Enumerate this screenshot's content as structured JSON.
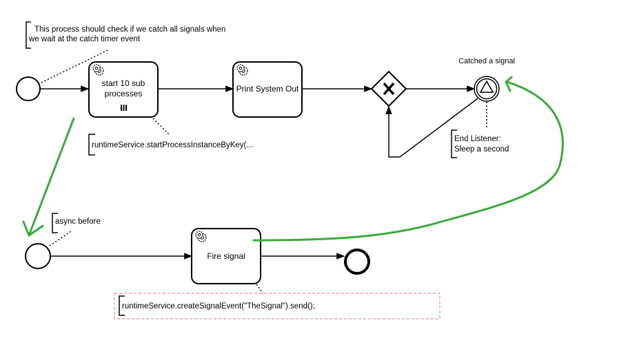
{
  "annotations": {
    "top_line1": "This process should check if we catch all signals when",
    "top_line2": "we wait at the catch timer event",
    "start_proc": "runtimeService.startProcessInstanceByKey(...",
    "end_listener_line1": "End Listener:",
    "end_listener_line2": "Sleep a second",
    "async": "async before",
    "create_signal": "runtimeService.createSignalEvent(\"TheSignal\").send();"
  },
  "tasks": {
    "start_sub_line1": "start 10 sub",
    "start_sub_line2": "processes",
    "print": "Print System Out",
    "fire": "Fire signal"
  },
  "events": {
    "catch_signal_label": "Catched a signal"
  },
  "colors": {
    "stroke": "#000000",
    "green_annotation": "#3aaa3a",
    "selection_border": "#e07a7a"
  }
}
